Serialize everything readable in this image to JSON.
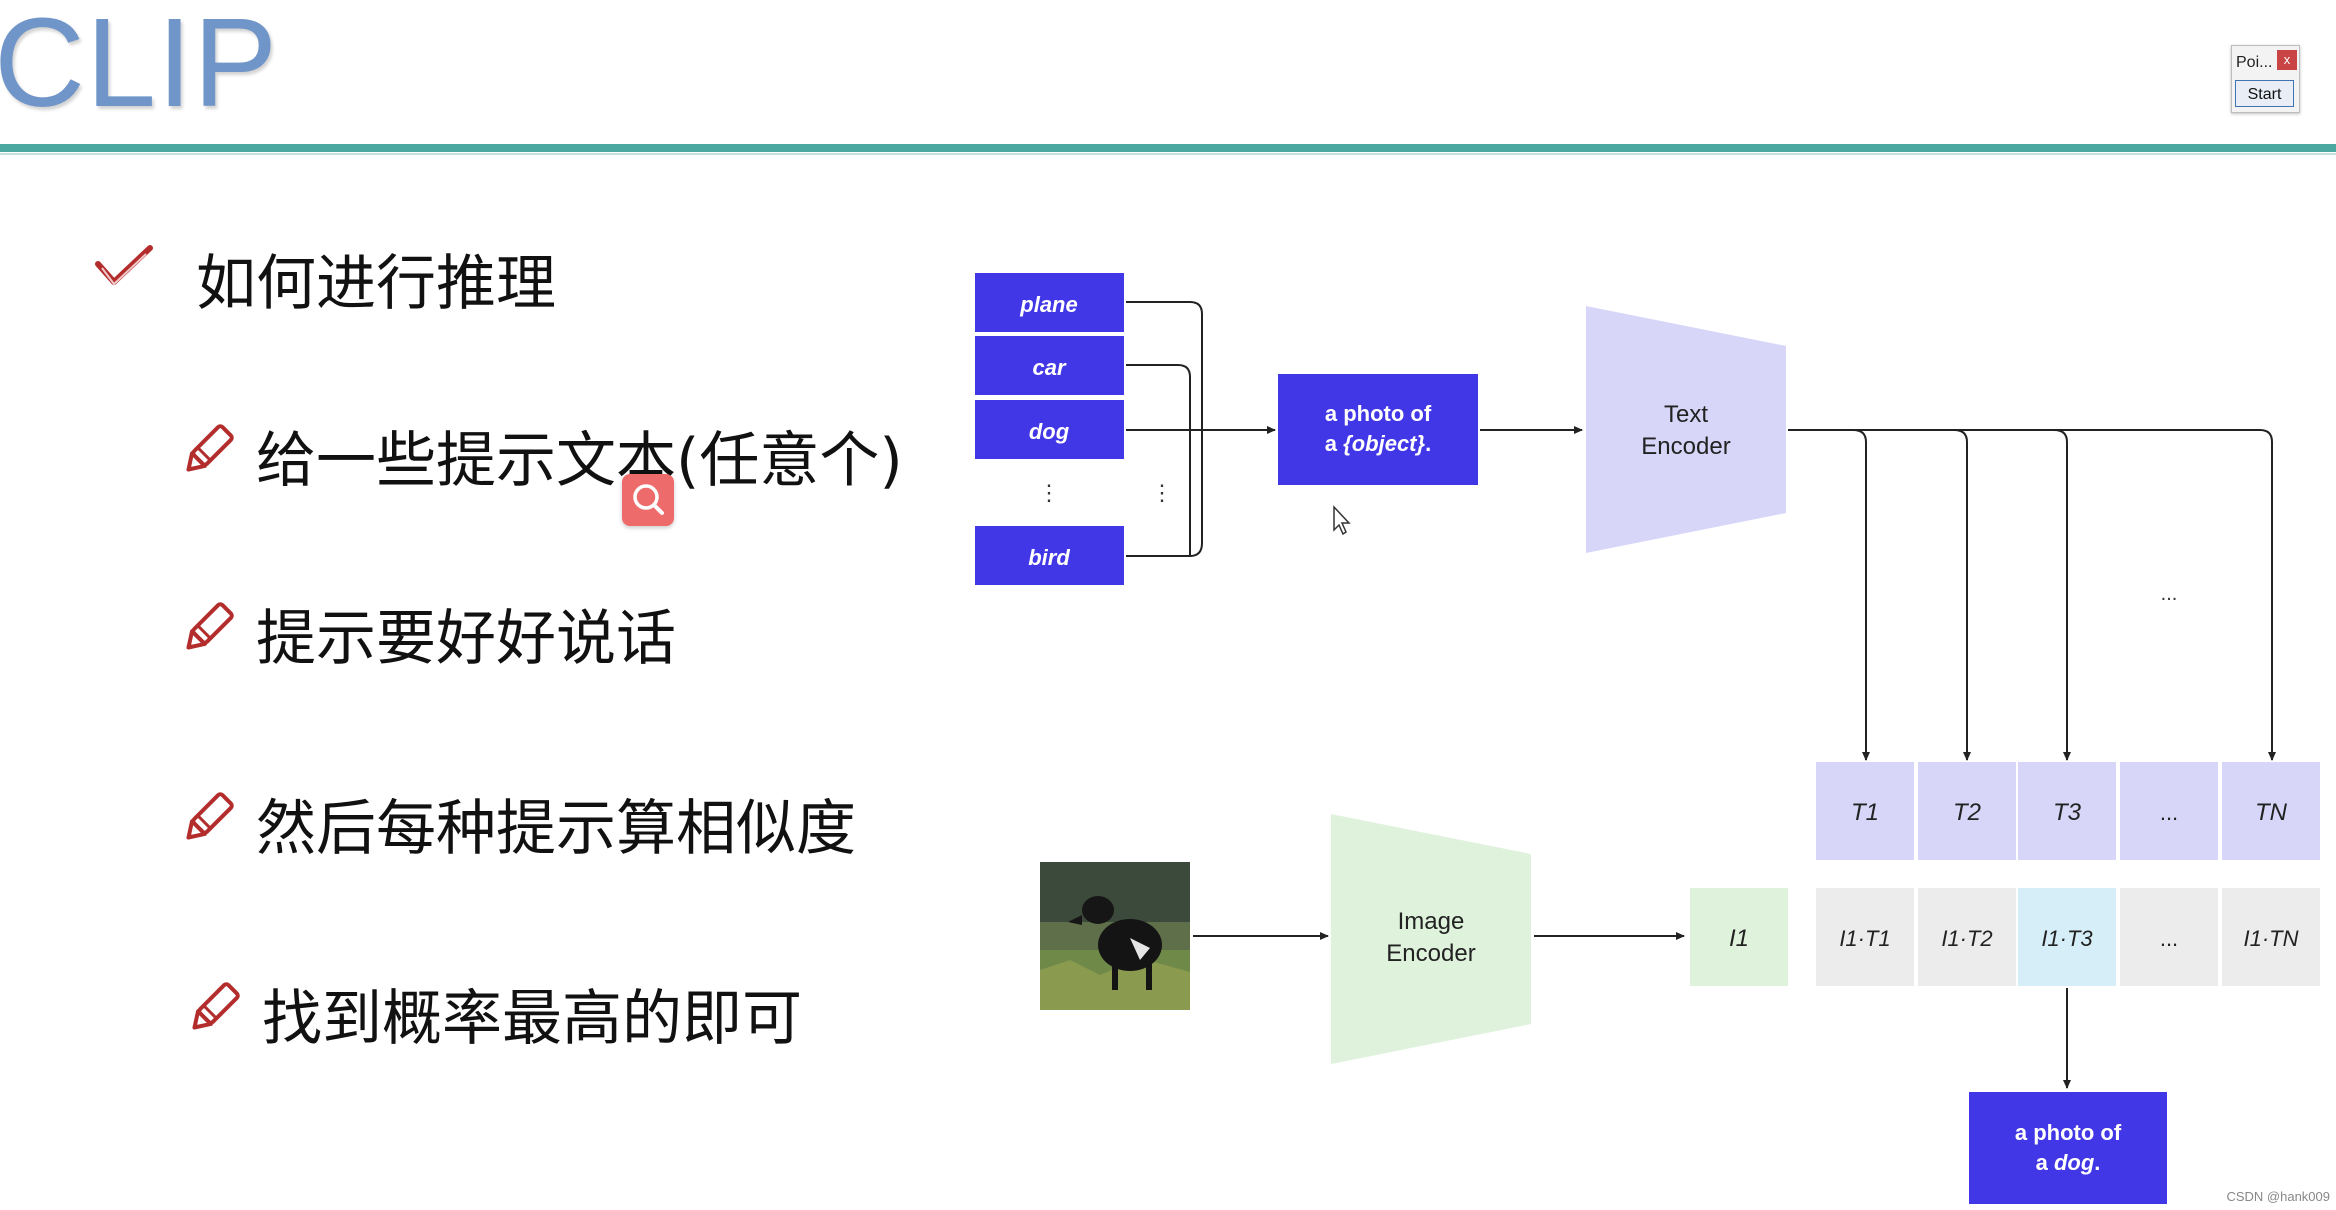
{
  "slide": {
    "title": "CLIP",
    "main_point": "如何进行推理",
    "sub_points": [
      "给一些提示文本(任意个)",
      "提示要好好说话",
      "然后每种提示算相似度",
      "找到概率最高的即可"
    ]
  },
  "widget": {
    "title": "Poi...",
    "close_label": "x",
    "start_label": "Start"
  },
  "diagram": {
    "labels": [
      "plane",
      "car",
      "dog",
      "bird"
    ],
    "vertical_ellipsis": "⋮",
    "prompt_template_line1": "a photo of",
    "prompt_template_line2_prefix": "a ",
    "prompt_template_line2_object": "{object}",
    "prompt_template_line2_suffix": ".",
    "text_encoder_line1": "Text",
    "text_encoder_line2": "Encoder",
    "image_encoder_line1": "Image",
    "image_encoder_line2": "Encoder",
    "horizontal_ellipsis": "...",
    "text_features": [
      "T1",
      "T2",
      "T3",
      "...",
      "TN"
    ],
    "image_feature": "I1",
    "similarities": [
      "I1·T1",
      "I1·T2",
      "I1·T3",
      "...",
      "I1·TN"
    ],
    "highlighted_index": 2,
    "result_line1": "a photo of",
    "result_line2_prefix": "a ",
    "result_line2_object": "dog",
    "result_line2_suffix": "."
  },
  "watermark": "CSDN @hank009",
  "colors": {
    "accent_teal": "#4aa8a0",
    "title_blue": "#6f95c9",
    "label_blue": "#4237e6",
    "text_encoder_lavender": "#d8d6f8",
    "image_encoder_green": "#dff2dc",
    "highlight_cyan": "#d6eef7",
    "check_red": "#b32d2d"
  }
}
